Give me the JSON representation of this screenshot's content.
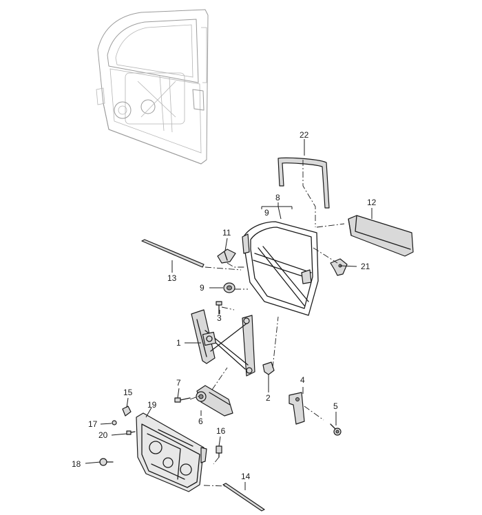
{
  "callouts": {
    "c1": "1",
    "c2": "2",
    "c3": "3",
    "c4": "4",
    "c5": "5",
    "c6": "6",
    "c7": "7",
    "c8": "8",
    "c9a": "9",
    "c9b": "9",
    "c11": "11",
    "c12": "12",
    "c13": "13",
    "c14": "14",
    "c15": "15",
    "c16": "16",
    "c17": "17",
    "c18": "18",
    "c19": "19",
    "c20": "20",
    "c21": "21",
    "c22": "22"
  }
}
